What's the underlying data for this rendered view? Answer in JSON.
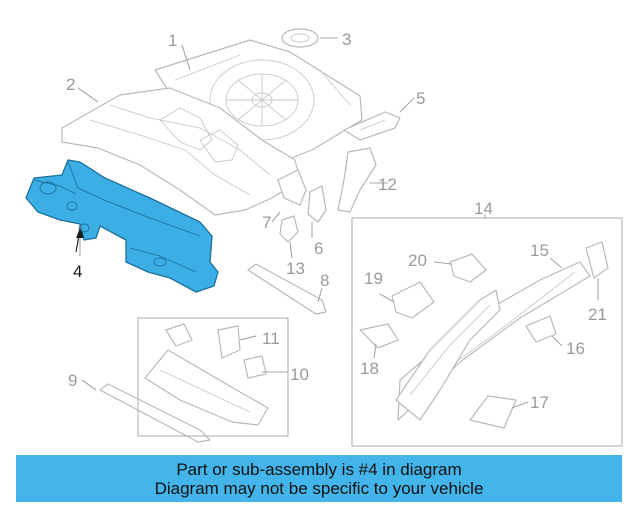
{
  "diagram": {
    "highlighted_part": "4",
    "callouts": [
      "1",
      "2",
      "3",
      "4",
      "5",
      "6",
      "7",
      "8",
      "9",
      "10",
      "11",
      "12",
      "13",
      "14",
      "15",
      "16",
      "17",
      "18",
      "19",
      "20",
      "21"
    ]
  },
  "banner": {
    "line1": "Part or sub-assembly is #4 in diagram",
    "line2": "Diagram may not be specific to your vehicle",
    "background": "#44b5ea"
  },
  "colors": {
    "highlight": "#3aaee5",
    "line": "#b9b9b9",
    "label": "#9a9a9a"
  }
}
